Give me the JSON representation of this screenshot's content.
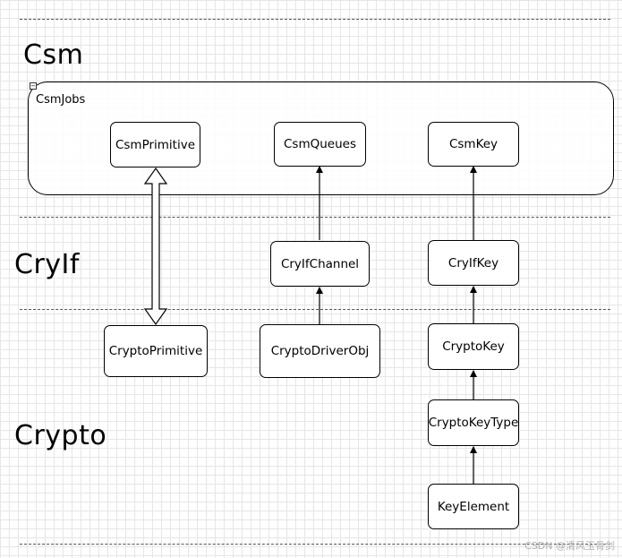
{
  "layers": [
    {
      "id": "csm",
      "label": "Csm"
    },
    {
      "id": "cryif",
      "label": "CryIf"
    },
    {
      "id": "crypto",
      "label": "Crypto"
    }
  ],
  "container": {
    "title": "CsmJobs",
    "collapse_glyph": "−"
  },
  "nodes": {
    "csm_primitive": "CsmPrimitive",
    "csm_queues": "CsmQueues",
    "csm_key": "CsmKey",
    "cryif_channel": "CryIfChannel",
    "cryif_key": "CryIfKey",
    "crypto_primitive": "CryptoPrimitive",
    "crypto_driver_obj": "CryptoDriverObj",
    "crypto_key": "CryptoKey",
    "crypto_key_type": "CryptoKeyType",
    "key_element": "KeyElement"
  },
  "links": [
    {
      "from": "CryptoPrimitive",
      "to": "CsmPrimitive",
      "style": "hollow double arrow"
    },
    {
      "from": "CryIfChannel",
      "to": "CsmQueues",
      "style": "arrow"
    },
    {
      "from": "CryptoDriverObj",
      "to": "CryIfChannel",
      "style": "arrow"
    },
    {
      "from": "CryIfKey",
      "to": "CsmKey",
      "style": "arrow"
    },
    {
      "from": "CryptoKey",
      "to": "CryIfKey",
      "style": "arrow"
    },
    {
      "from": "CryptoKeyType",
      "to": "CryptoKey",
      "style": "arrow"
    },
    {
      "from": "KeyElement",
      "to": "CryptoKeyType",
      "style": "arrow"
    }
  ],
  "watermark": "CSDN @清风玉骨剑",
  "colors": {
    "background": "#ffffff",
    "grid": "#e6e6e6",
    "line": "#000000"
  }
}
